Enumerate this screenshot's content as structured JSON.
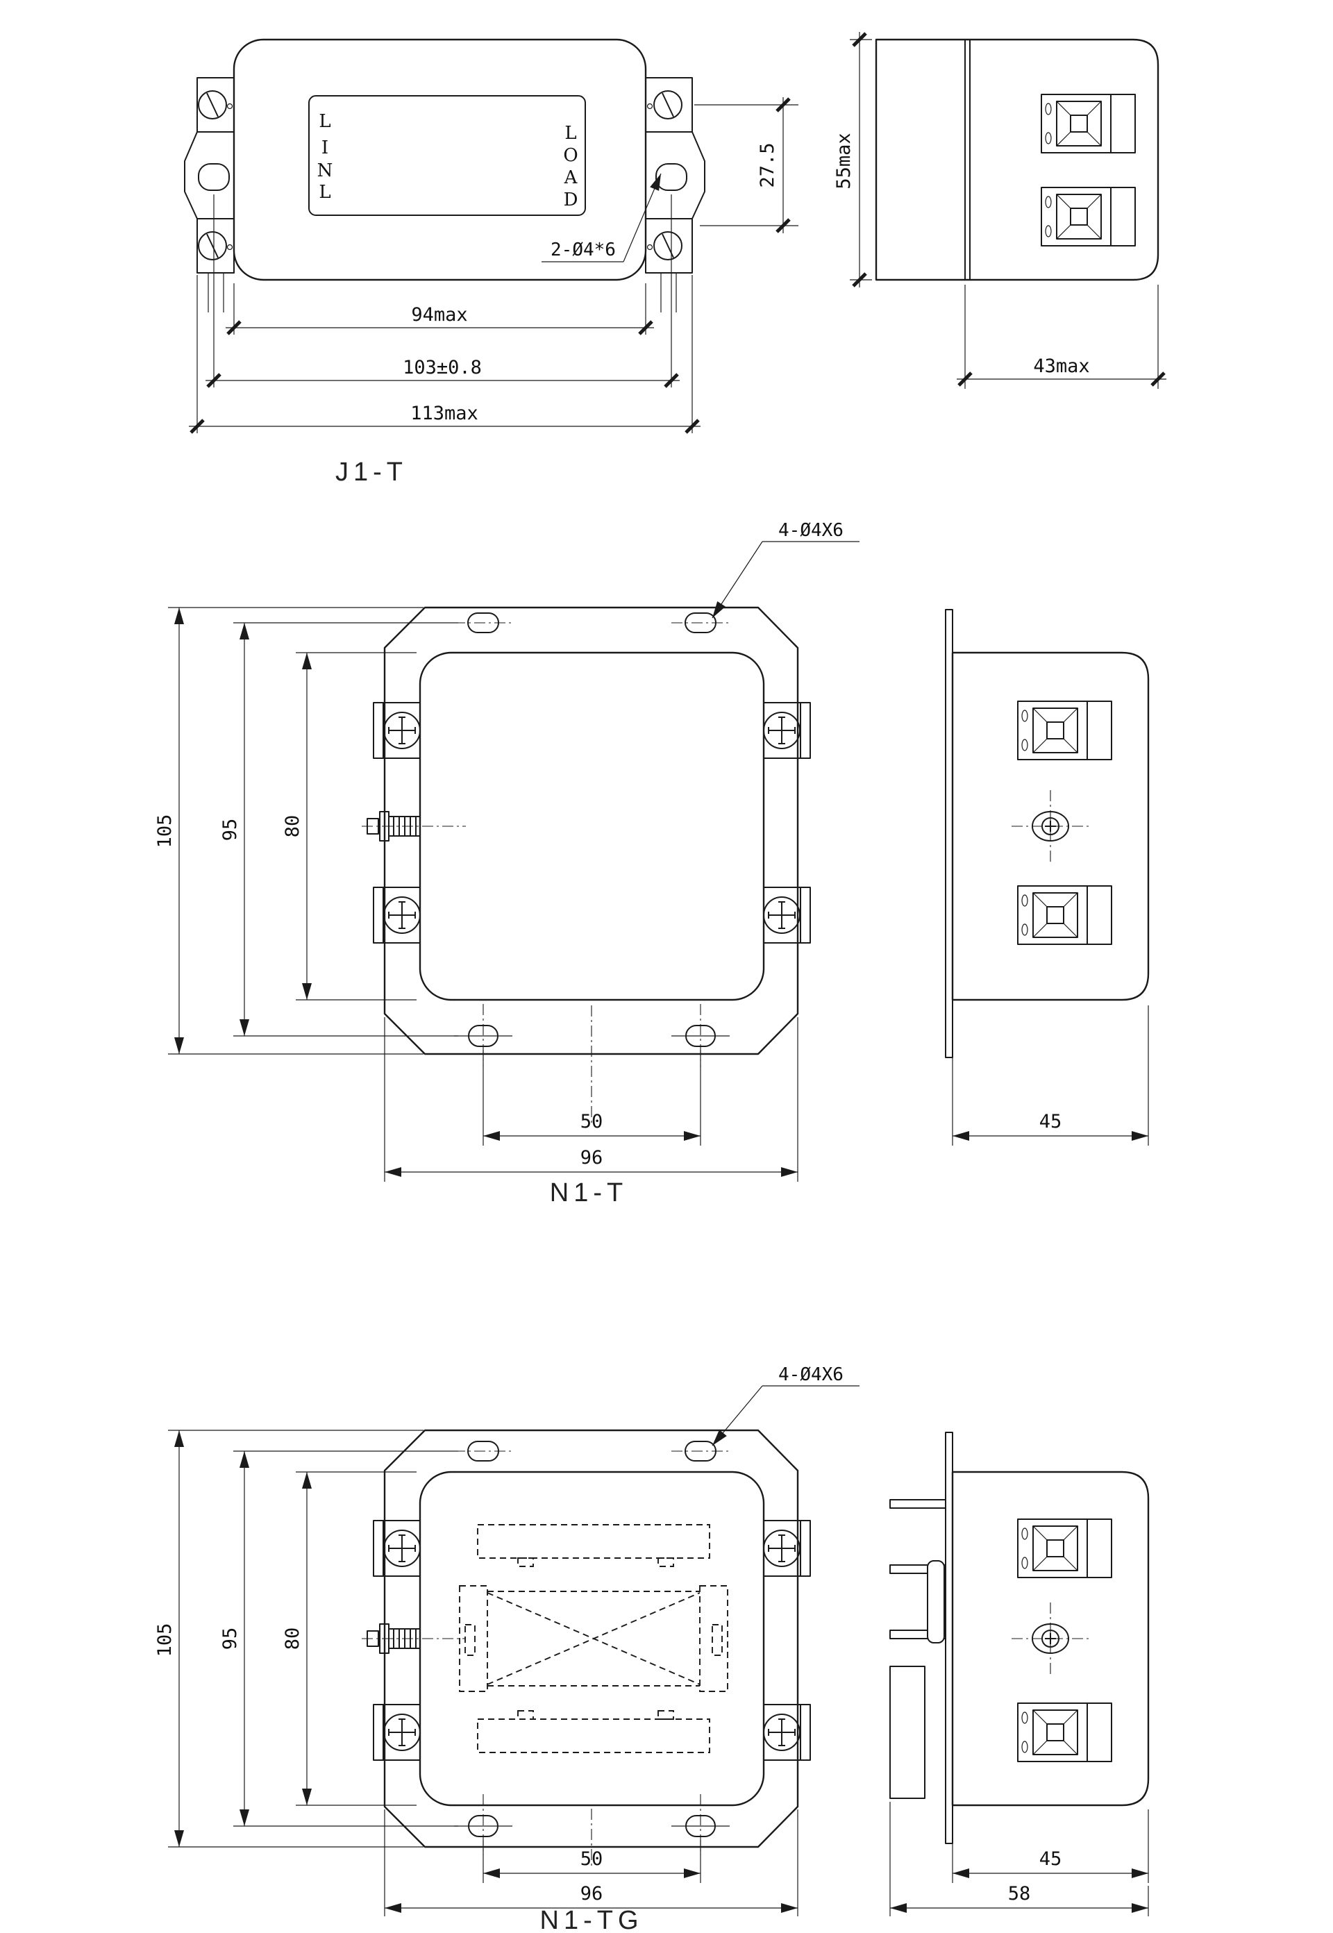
{
  "j1t": {
    "label": "J1-T",
    "front": {
      "letters_left": [
        "L",
        "I",
        "N",
        "L"
      ],
      "letters_right": [
        "L",
        "O",
        "A",
        "D"
      ],
      "hole_note": "2-Ø4*6",
      "dim_body_width": "94max",
      "dim_hole_pitch": "103±0.8",
      "dim_overall_width": "113max",
      "dim_terminal_pitch": "27.5"
    },
    "side": {
      "dim_height": "55max",
      "dim_depth": "43max"
    }
  },
  "n1t": {
    "label": "N1-T",
    "top": {
      "hole_note": "4-Ø4X6",
      "dim_overall_height": "105",
      "dim_hole_pitch_vertical": "95",
      "dim_body_height": "80",
      "dim_hole_pitch_horizontal": "50",
      "dim_overall_width": "96"
    },
    "side": {
      "dim_depth": "45"
    }
  },
  "n1tg": {
    "label": "N1-TG",
    "top": {
      "hole_note": "4-Ø4X6",
      "dim_overall_height": "105",
      "dim_hole_pitch_vertical": "95",
      "dim_body_height": "80",
      "dim_hole_pitch_horizontal": "50",
      "dim_overall_width": "96"
    },
    "side": {
      "dim_depth": "45",
      "dim_overall_depth": "58"
    }
  }
}
